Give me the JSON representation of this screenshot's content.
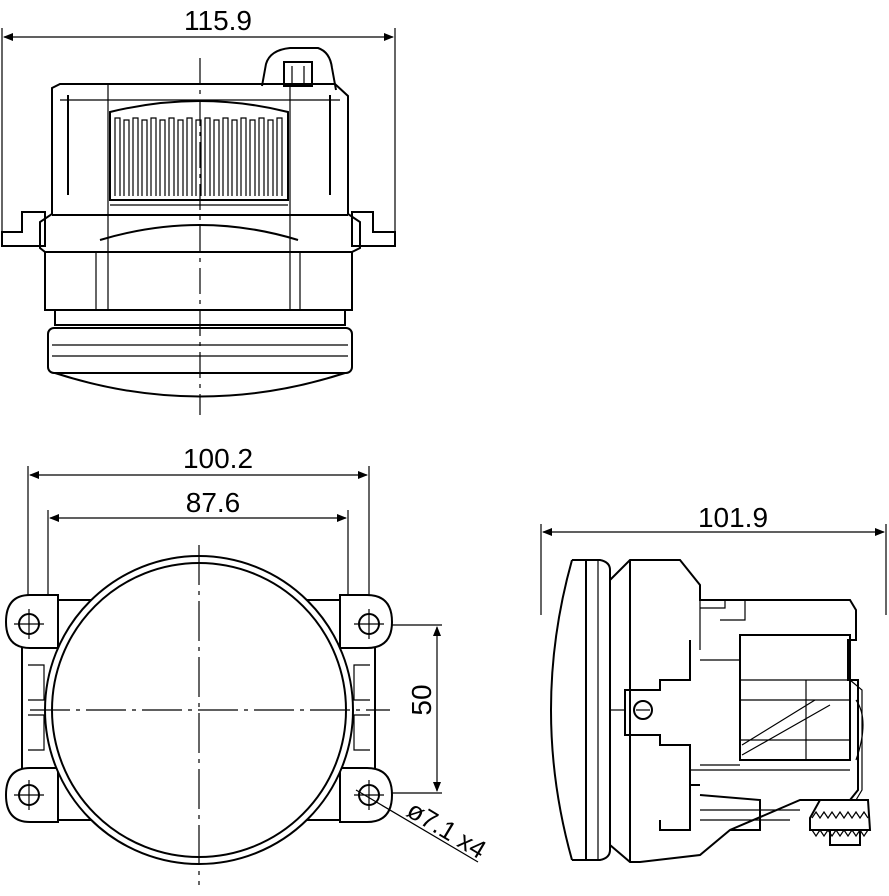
{
  "dimensions": {
    "top_width": "115.9",
    "front_outer_width": "100.2",
    "front_inner_width": "87.6",
    "front_hole_spacing": "50",
    "hole_callout": "ø7.1 x4",
    "side_depth": "101.9"
  },
  "colors": {
    "line": "#000000",
    "background": "#ffffff"
  }
}
